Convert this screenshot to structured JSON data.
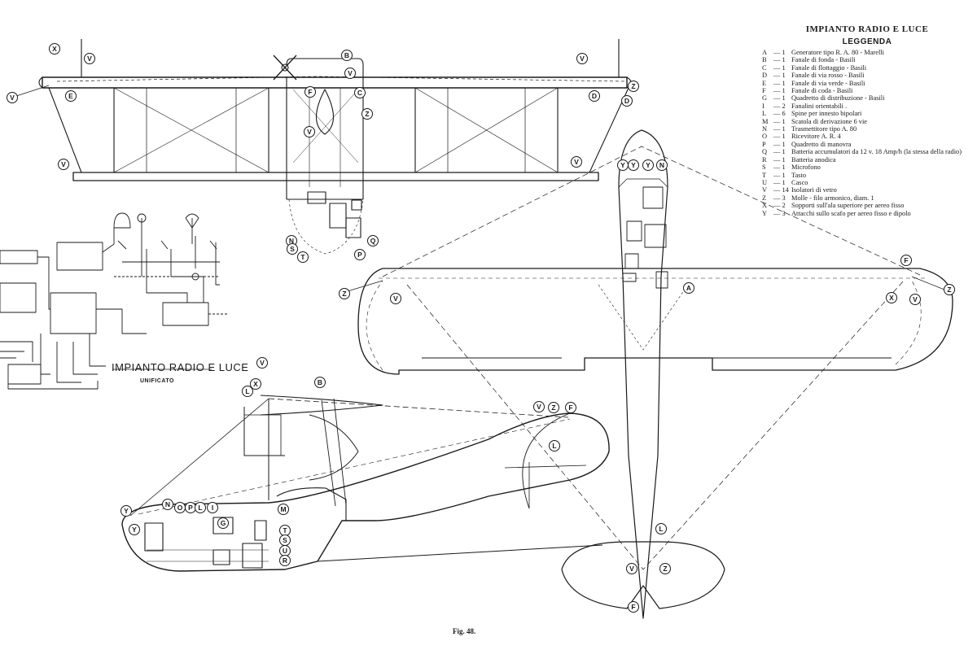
{
  "legend": {
    "title": "IMPIANTO RADIO E LUCE",
    "subtitle": "LEGGENDA",
    "items": [
      {
        "code": "A",
        "qty": "— 1",
        "desc": "Generatore tipo R. A. 80 - Marelli"
      },
      {
        "code": "B",
        "qty": "— 1",
        "desc": "Fanale di fonda - Basili"
      },
      {
        "code": "C",
        "qty": "— 1",
        "desc": "Fanale di flottaggio - Basili"
      },
      {
        "code": "D",
        "qty": "— 1",
        "desc": "Fanale di via rosso - Basili"
      },
      {
        "code": "E",
        "qty": "— 1",
        "desc": "Fanale di via verde - Basili"
      },
      {
        "code": "F",
        "qty": "— 1",
        "desc": "Fanale di coda - Basili"
      },
      {
        "code": "G",
        "qty": "— 1",
        "desc": "Quadretto di distribuzione - Basili"
      },
      {
        "code": "I",
        "qty": "— 2",
        "desc": "Fanalini orientabili ."
      },
      {
        "code": "L",
        "qty": "— 6",
        "desc": "Spine per innesto bipolari"
      },
      {
        "code": "M",
        "qty": "— 1",
        "desc": "Scatola di derivazione 6 vie"
      },
      {
        "code": "N",
        "qty": "— 1",
        "desc": "Trasmettitore tipo A. 80"
      },
      {
        "code": "O",
        "qty": "— 1",
        "desc": "Ricevitore A. R. 4"
      },
      {
        "code": "P",
        "qty": "— 1",
        "desc": "Quadretto di manovra"
      },
      {
        "code": "Q",
        "qty": "— 1",
        "desc": "Batteria accumulatori da 12 v. 18 Amp/h (la stessa della radio)"
      },
      {
        "code": "R",
        "qty": "— 1",
        "desc": "Batteria anodica"
      },
      {
        "code": "S",
        "qty": "— 1",
        "desc": "Microfono"
      },
      {
        "code": "T",
        "qty": "— 1",
        "desc": "Tasto"
      },
      {
        "code": "U",
        "qty": "— 1",
        "desc": "Casco"
      },
      {
        "code": "V",
        "qty": "— 14",
        "desc": "Isolatori di vetro"
      },
      {
        "code": "Z",
        "qty": "— 3",
        "desc": "Molle - filo armonico, diam. 1"
      },
      {
        "code": "X",
        "qty": "— 2",
        "desc": "Sopporti sull'ala superiore per aereo fisso"
      },
      {
        "code": "Y",
        "qty": "— 3",
        "desc": "Attacchi sullo scafo per aereo fisso e dipolo"
      }
    ]
  },
  "schematic": {
    "title": "IMPIANTO RADIO E LUCE",
    "subtitle": "UNIFICATO"
  },
  "caption": "Fig. 48.",
  "callouts": {
    "front": [
      "X",
      "V",
      "V",
      "V",
      "E",
      "V",
      "B",
      "D",
      "Z",
      "F",
      "C",
      "Z",
      "V",
      "D",
      "V",
      "V",
      "N",
      "T",
      "S",
      "P",
      "Q"
    ],
    "plan": [
      "Y",
      "Y",
      "Y",
      "N",
      "Z",
      "V",
      "F",
      "A",
      "Z",
      "X",
      "V",
      "L",
      "V",
      "Z",
      "F"
    ],
    "side": [
      "V",
      "X",
      "B",
      "L",
      "Y",
      "Y",
      "N",
      "O",
      "P",
      "L",
      "I",
      "G",
      "M",
      "V",
      "Z",
      "F",
      "L",
      "T",
      "S",
      "U",
      "R"
    ]
  },
  "colors": {
    "ink": "#1a1a1a",
    "paper": "#ffffff"
  }
}
